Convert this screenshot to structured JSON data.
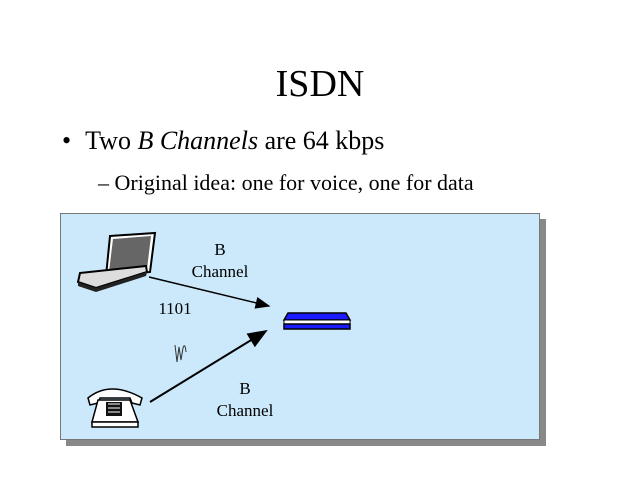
{
  "slide": {
    "title": "ISDN",
    "bullet1": {
      "prefix": "Two ",
      "emphasis": "B Channels",
      "suffix": " are 64 kbps"
    },
    "bullet2": "– Original idea: one for voice, one for data"
  },
  "diagram": {
    "top_channel": {
      "line1": "B",
      "line2": "Channel"
    },
    "data_label": "1101",
    "bottom_channel": {
      "line1": "B",
      "line2": "Channel"
    },
    "colors": {
      "panel": "#cce9fb",
      "device_stripe": "#1a1aff"
    }
  }
}
